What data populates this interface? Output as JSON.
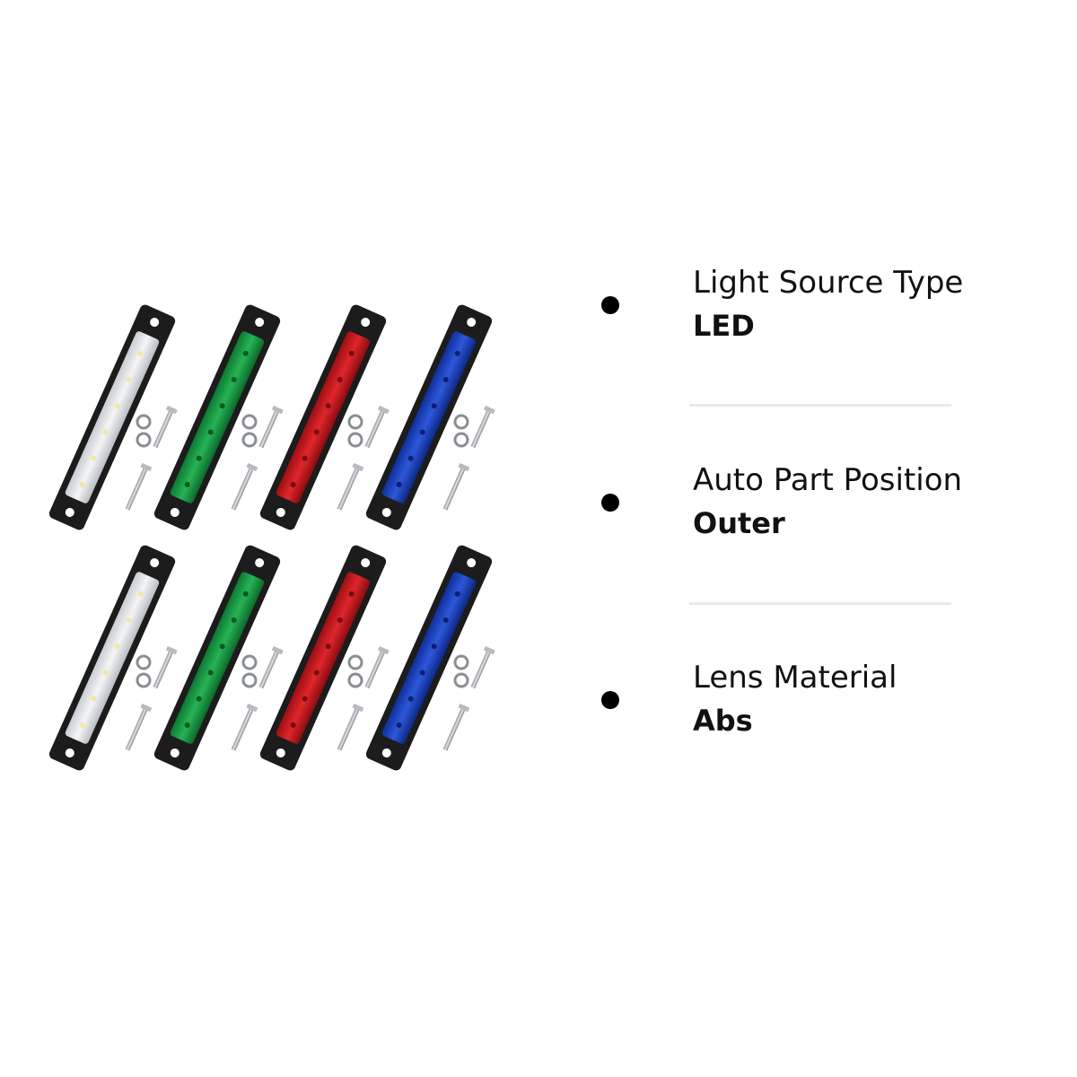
{
  "product": {
    "image_name": "led-marker-lights",
    "lens_colors": [
      "#e6e8ea",
      "#1fa64a",
      "#cf1a1f",
      "#1d45c8"
    ],
    "housing_color": "#1c1c1c"
  },
  "specs": [
    {
      "label": "Light Source Type",
      "value": "LED"
    },
    {
      "label": "Auto Part Position",
      "value": "Outer"
    },
    {
      "label": "Lens Material",
      "value": "Abs"
    }
  ]
}
